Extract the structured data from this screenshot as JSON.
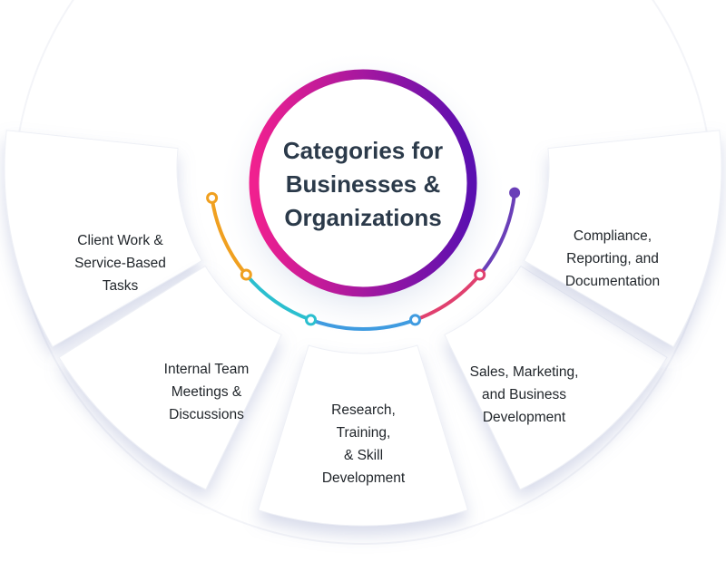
{
  "center": {
    "title": "Categories for\nBusinesses &\nOrganizations"
  },
  "segments": [
    {
      "label": "Client Work &\nService-Based\nTasks"
    },
    {
      "label": "Internal Team\nMeetings &\nDiscussions"
    },
    {
      "label": "Research,\nTraining,\n& Skill\nDevelopment"
    },
    {
      "label": "Sales, Marketing,\nand Business\nDevelopment"
    },
    {
      "label": "Compliance,\nReporting, and\nDocumentation"
    }
  ],
  "colors": {
    "ring_start": "#f0208f",
    "ring_end": "#5a0fb0",
    "arc_orange": "#f0a020",
    "arc_teal": "#2bbfcf",
    "arc_blue": "#3f9be0",
    "arc_pink": "#e0406f",
    "arc_purple": "#6a3fb8",
    "text_dark": "#1f2429",
    "title_dark": "#2b3a4a"
  }
}
